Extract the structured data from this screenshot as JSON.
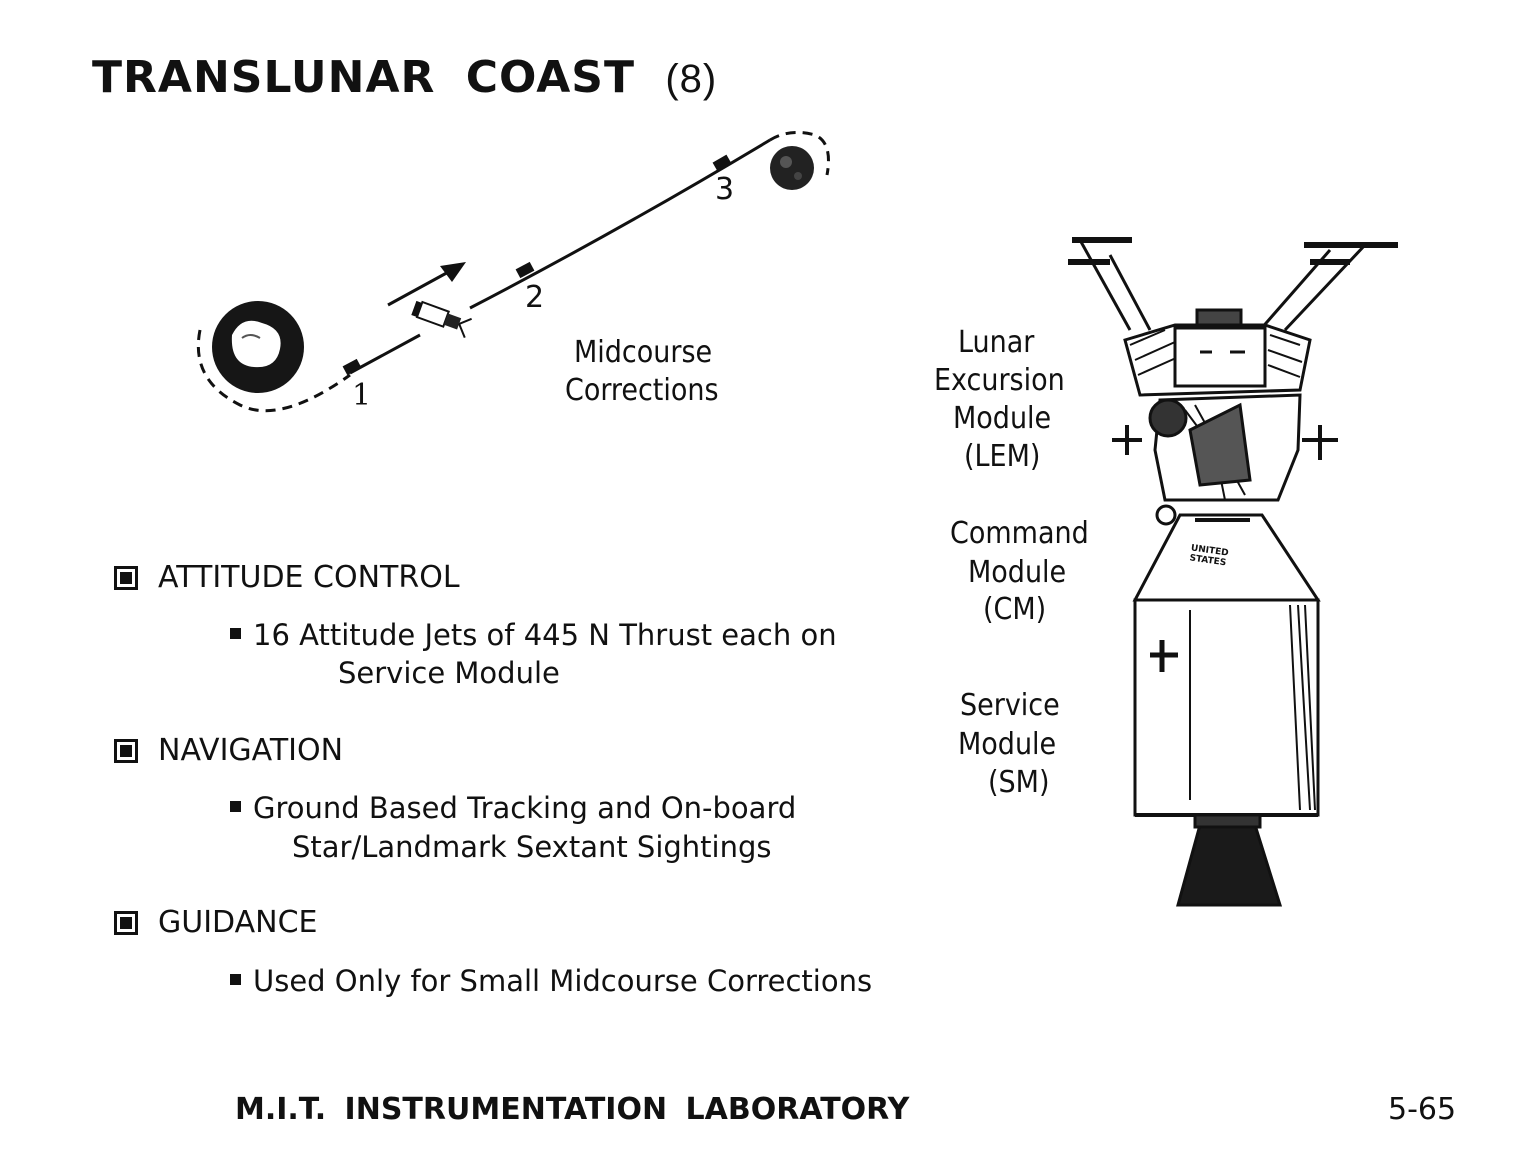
{
  "title": {
    "main": "TRANSLUNAR  COAST",
    "number": "(8)"
  },
  "trajectory": {
    "markers": [
      "1",
      "2",
      "3"
    ],
    "caption_line1": "Midcourse",
    "caption_line2": "Corrections"
  },
  "modules": {
    "lem": [
      "Lunar",
      "Excursion",
      "Module",
      "(LEM)"
    ],
    "cm": [
      "Command",
      "Module",
      "(CM)"
    ],
    "sm": [
      "Service",
      "Module",
      "(SM)"
    ],
    "badge": [
      "UNITED",
      "STATES"
    ]
  },
  "sections": [
    {
      "heading": "ATTITUDE CONTROL",
      "bullet_line1": "16 Attitude Jets of 445 N Thrust each on",
      "bullet_line2": "Service Module"
    },
    {
      "heading": "NAVIGATION",
      "bullet_line1": "Ground Based Tracking and On-board",
      "bullet_line2": "Star/Landmark Sextant Sightings"
    },
    {
      "heading": "GUIDANCE",
      "bullet_line1": "Used Only for Small Midcourse Corrections",
      "bullet_line2": ""
    }
  ],
  "footer": {
    "lab": "M.I.T. INSTRUMENTATION LABORATORY",
    "page": "5-65"
  }
}
